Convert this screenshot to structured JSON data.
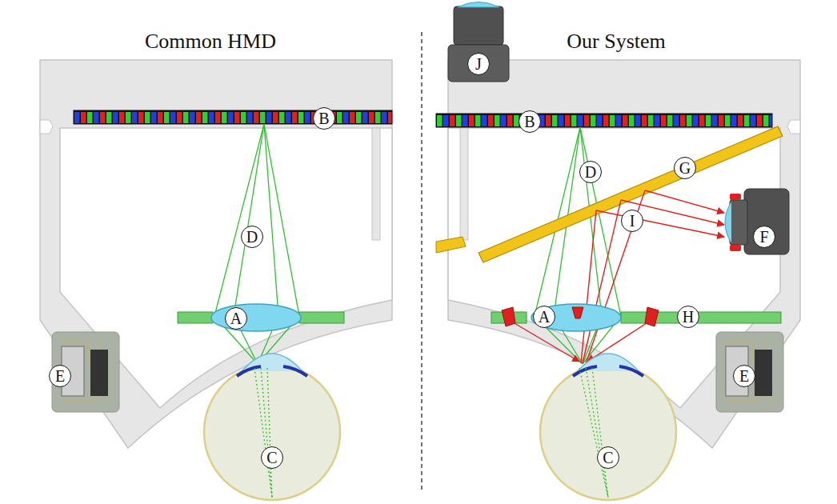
{
  "diagram": {
    "nodes": [
      {
        "text": [
          "J"
        ]
      },
      {
        "text": [
          "B"
        ]
      },
      {
        "text": [
          "B"
        ]
      },
      {
        "text": [
          "D"
        ]
      },
      {
        "text": [
          "G"
        ]
      },
      {
        "text": [
          "I"
        ]
      },
      {
        "text": [
          "D"
        ]
      },
      {
        "text": [
          "F"
        ]
      },
      {
        "text": [
          "A"
        ]
      },
      {
        "text": [
          "A"
        ]
      },
      {
        "text": [
          "H"
        ]
      },
      {
        "text": [
          "E"
        ]
      },
      {
        "text": [
          "E"
        ]
      },
      {
        "text": [
          "C"
        ]
      },
      {
        "text": [
          "C"
        ]
      }
    ],
    "labels": [
      "Common HMD",
      "Our System"
    ]
  }
}
